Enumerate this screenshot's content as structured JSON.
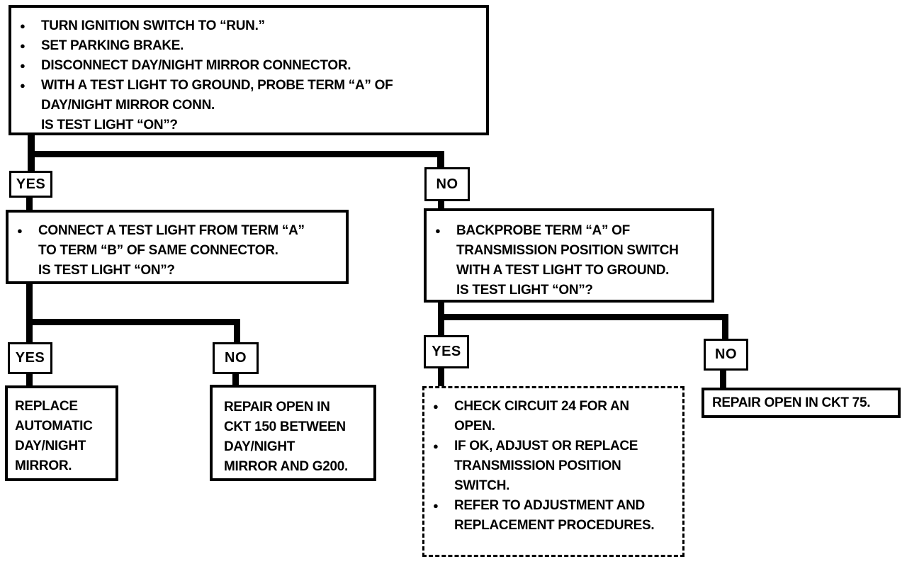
{
  "page": {
    "background": "#ffffff",
    "ink": "#000000"
  },
  "flowchart": {
    "bullet": "●",
    "labels": {
      "yes": "YES",
      "no": "NO"
    },
    "start_box": {
      "items": [
        {
          "lines": [
            "TURN IGNITION SWITCH TO “RUN.”"
          ]
        },
        {
          "lines": [
            "SET PARKING BRAKE."
          ]
        },
        {
          "lines": [
            "DISCONNECT DAY/NIGHT MIRROR CONNECTOR."
          ]
        },
        {
          "lines": [
            "WITH A TEST LIGHT TO GROUND, PROBE TERM “A” OF",
            "DAY/NIGHT MIRROR CONN.",
            "IS TEST LIGHT “ON”?"
          ]
        }
      ]
    },
    "left_question_box": {
      "items": [
        {
          "lines": [
            "CONNECT A TEST LIGHT FROM TERM “A”",
            "TO TERM “B” OF SAME CONNECTOR.",
            "IS TEST LIGHT “ON”?"
          ]
        }
      ]
    },
    "right_question_box": {
      "items": [
        {
          "lines": [
            "BACKPROBE TERM “A” OF",
            "TRANSMISSION POSITION SWITCH",
            "WITH A TEST LIGHT TO GROUND.",
            "IS TEST LIGHT “ON”?"
          ]
        }
      ]
    },
    "replace_mirror_box": {
      "lines": [
        "REPLACE",
        "AUTOMATIC",
        "DAY/NIGHT",
        "MIRROR."
      ]
    },
    "repair_ckt150_box": {
      "lines": [
        "REPAIR OPEN IN",
        "CKT 150 BETWEEN",
        "DAY/NIGHT",
        "MIRROR AND G200."
      ]
    },
    "check_circuit_box": {
      "items": [
        {
          "lines": [
            "CHECK CIRCUIT 24 FOR AN",
            "OPEN."
          ]
        },
        {
          "lines": [
            "IF OK, ADJUST OR REPLACE",
            "TRANSMISSION POSITION",
            "SWITCH."
          ]
        },
        {
          "lines": [
            "REFER TO ADJUSTMENT AND",
            "REPLACEMENT PROCEDURES."
          ]
        }
      ]
    },
    "repair_ckt75_box": {
      "lines": [
        "REPAIR OPEN IN CKT 75."
      ]
    }
  }
}
